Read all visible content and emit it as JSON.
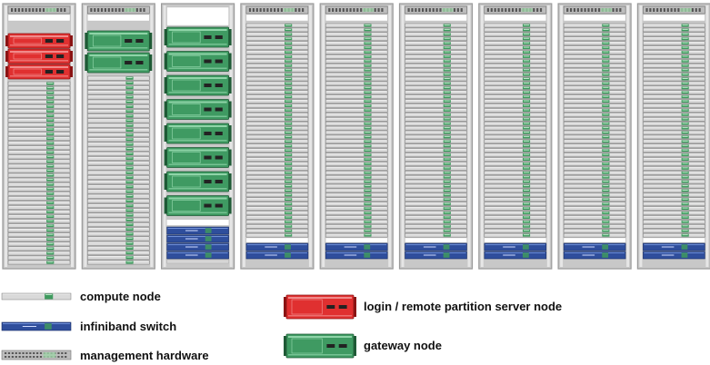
{
  "colors": {
    "compute": "#d9d9d9",
    "compute_light": "#f2f2f2",
    "compute_dark": "#7a7a7a",
    "compute_tile": "#3f9a5e",
    "infiniband": "#2f4e9c",
    "infiniband_light": "#6f8fd6",
    "management": "#bdbdbd",
    "login": "#e03030",
    "login_light": "#f08a8a",
    "gateway": "#3f9a62",
    "gateway_light": "#8fd4a8",
    "rack_frame": "#9a9a9a",
    "rack_inner": "#c8c8c8"
  },
  "legend": {
    "compute": "compute node",
    "infiniband": "infiniband switch",
    "management": "management hardware",
    "login": "login / remote partition server node",
    "gateway": "gateway node"
  },
  "racks": [
    {
      "rack": 1,
      "management_units": 1,
      "login_nodes": 3,
      "gateway_nodes": 0,
      "infiniband_switches": 0,
      "compute_nodes": 40
    },
    {
      "rack": 2,
      "management_units": 1,
      "login_nodes": 0,
      "gateway_nodes": 2,
      "infiniband_switches": 0,
      "compute_nodes": 40
    },
    {
      "rack": 3,
      "management_units": 0,
      "login_nodes": 0,
      "gateway_nodes": 8,
      "infiniband_switches": 4,
      "compute_nodes": 0
    },
    {
      "rack": 4,
      "management_units": 1,
      "login_nodes": 0,
      "gateway_nodes": 0,
      "infiniband_switches": 2,
      "compute_nodes": 48
    },
    {
      "rack": 5,
      "management_units": 1,
      "login_nodes": 0,
      "gateway_nodes": 0,
      "infiniband_switches": 2,
      "compute_nodes": 48
    },
    {
      "rack": 6,
      "management_units": 1,
      "login_nodes": 0,
      "gateway_nodes": 0,
      "infiniband_switches": 2,
      "compute_nodes": 48
    },
    {
      "rack": 7,
      "management_units": 1,
      "login_nodes": 0,
      "gateway_nodes": 0,
      "infiniband_switches": 2,
      "compute_nodes": 48
    },
    {
      "rack": 8,
      "management_units": 1,
      "login_nodes": 0,
      "gateway_nodes": 0,
      "infiniband_switches": 2,
      "compute_nodes": 48
    },
    {
      "rack": 9,
      "management_units": 1,
      "login_nodes": 0,
      "gateway_nodes": 0,
      "infiniband_switches": 2,
      "compute_nodes": 48
    }
  ]
}
